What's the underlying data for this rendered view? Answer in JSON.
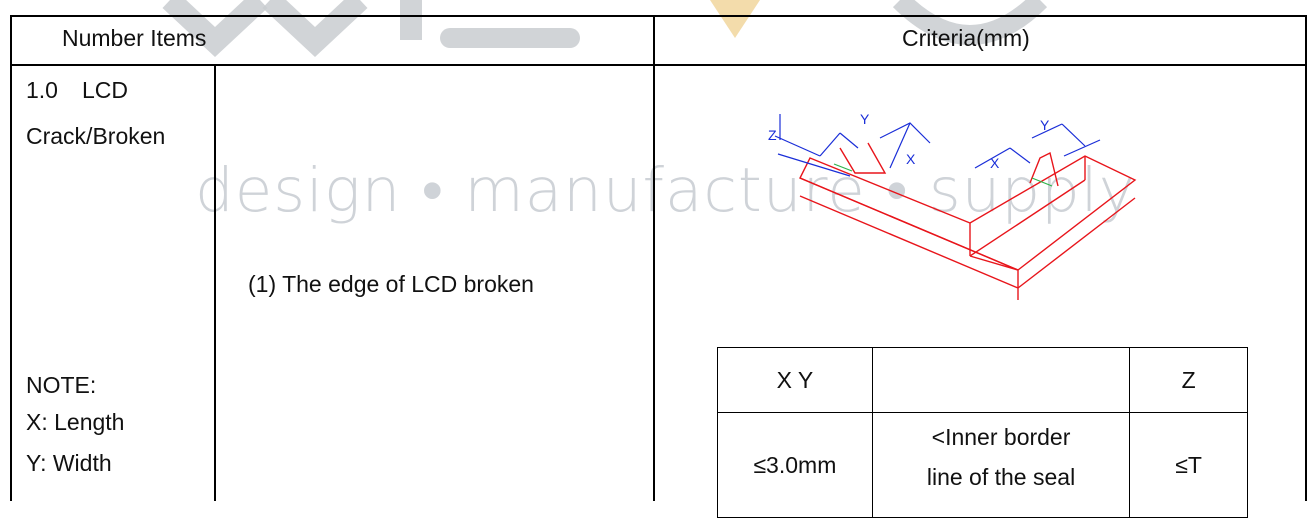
{
  "watermark": {
    "text": "design • manufacture • supply",
    "colors": {
      "gray": "#c9ccd0",
      "yellow": "#f3dcab"
    }
  },
  "header": {
    "col1": "Number Items",
    "col2": "Criteria(mm)"
  },
  "item": {
    "number": "1.0",
    "name": "LCD",
    "name_line2": "Crack/Broken",
    "description": "(1) The edge of LCD broken"
  },
  "note": {
    "title": "NOTE:",
    "lines": [
      "X: Length",
      "Y: Width"
    ]
  },
  "diagram": {
    "labels": {
      "x": "X",
      "y": "Y",
      "z": "Z"
    },
    "colors": {
      "outline": "#e8151b",
      "dimension": "#1a2ed8",
      "highlight": "#2db34a"
    }
  },
  "criteria_table": {
    "header": [
      "X Y",
      "",
      "Z"
    ],
    "row1": {
      "xy": "≤3.0mm",
      "middle_lines": [
        "<Inner border",
        "line of the seal"
      ],
      "z": "≤T"
    }
  }
}
